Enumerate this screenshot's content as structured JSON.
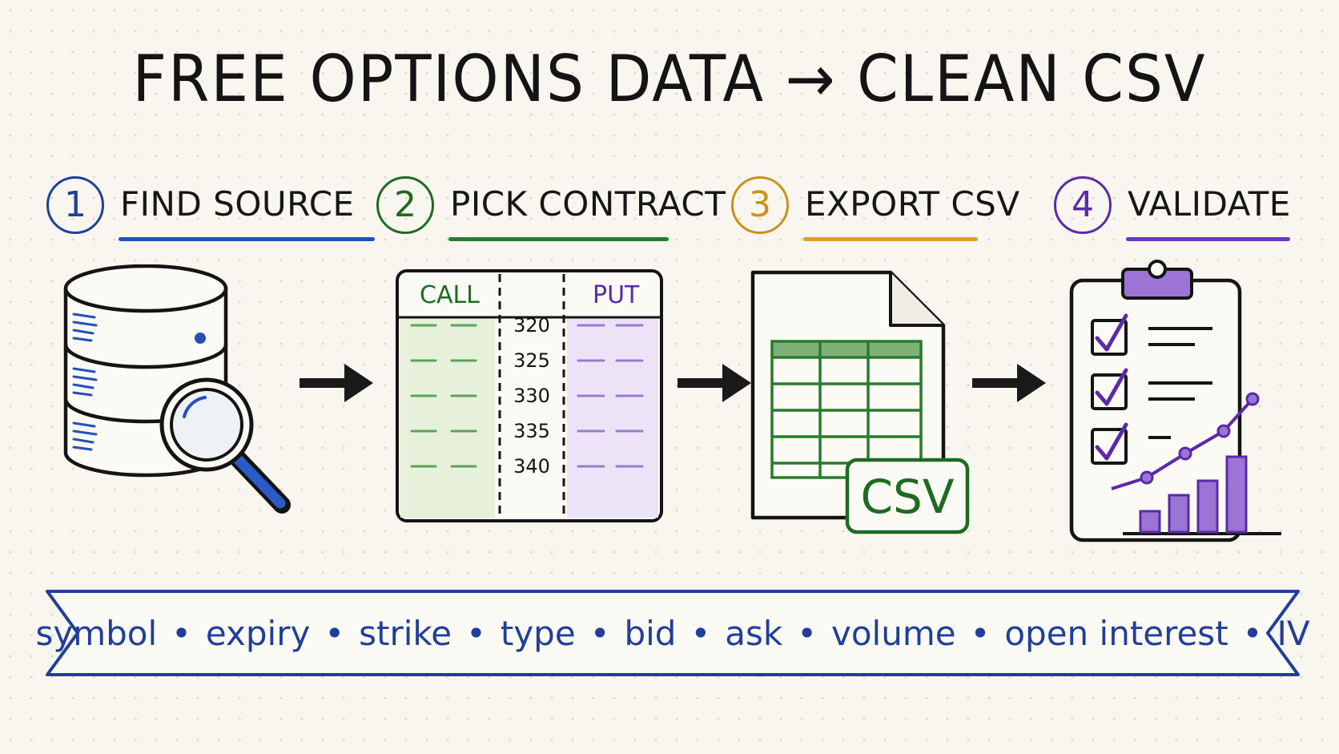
{
  "title": "FREE OPTIONS DATA → CLEAN CSV",
  "steps": [
    {
      "number": "1",
      "label": "FIND SOURCE",
      "color": "#1f3f9a",
      "icon": "database-search-icon"
    },
    {
      "number": "2",
      "label": "PICK CONTRACT",
      "color": "#1e6a22",
      "icon": "option-chain-icon"
    },
    {
      "number": "3",
      "label": "EXPORT CSV",
      "color": "#c9921a",
      "icon": "csv-file-icon"
    },
    {
      "number": "4",
      "label": "VALIDATE",
      "color": "#5a2aa8",
      "icon": "clipboard-checklist-chart-icon"
    }
  ],
  "option_chain": {
    "call_label": "CALL",
    "put_label": "PUT",
    "strikes": [
      "320",
      "325",
      "330",
      "335",
      "340"
    ]
  },
  "csv_badge": "CSV",
  "fields": [
    "symbol",
    "expiry",
    "strike",
    "type",
    "bid",
    "ask",
    "volume",
    "open interest",
    "IV"
  ],
  "separator": "•"
}
